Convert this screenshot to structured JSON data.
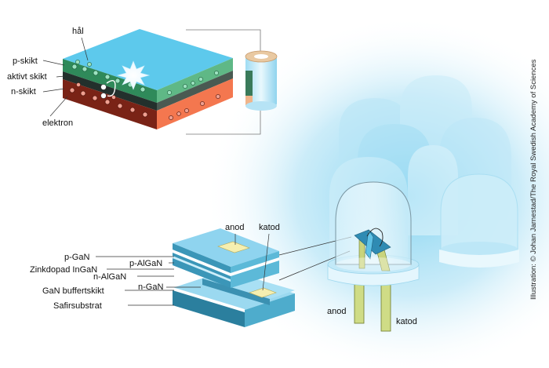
{
  "top_labels": {
    "hole": "hål",
    "p_layer": "p-skikt",
    "active_layer": "aktivt skikt",
    "n_layer": "n-skikt",
    "electron": "elektron"
  },
  "chip_labels": {
    "anode": "anod",
    "cathode": "katod",
    "p_gan": "p-GaN",
    "p_algan": "p-AlGaN",
    "zn_ingan": "Zinkdopad InGaN",
    "n_algan": "n-AlGaN",
    "n_gan": "n-GaN",
    "gan_buffer": "GaN buffertskikt",
    "sapphire": "Safirsubstrat"
  },
  "led_labels": {
    "anode": "anod",
    "cathode": "katod"
  },
  "credit": "Illustration: © Johan Jarnestad/The Royal Swedish Academy of Sciences"
}
